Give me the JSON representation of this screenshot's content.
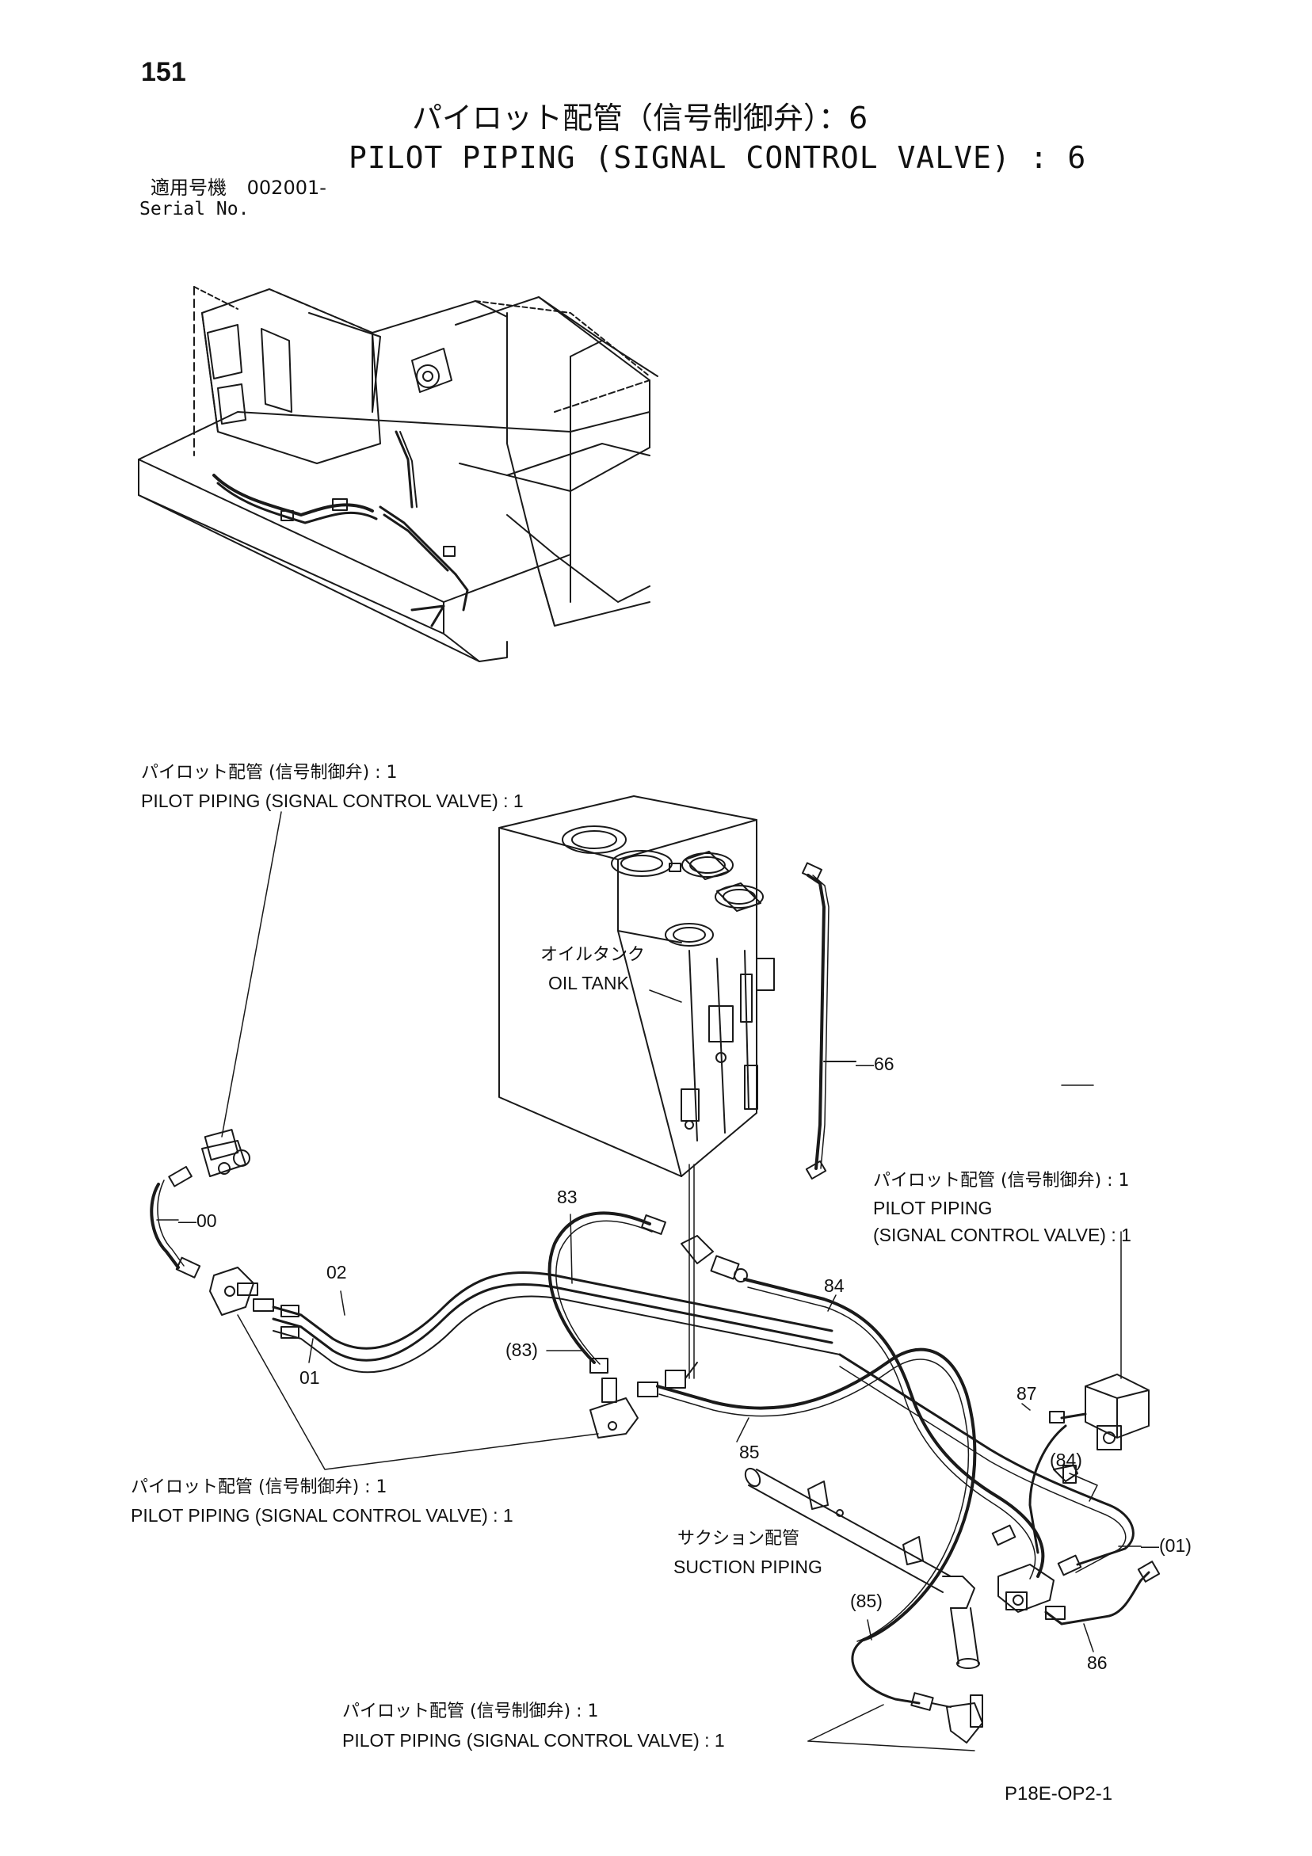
{
  "page": {
    "number": "151",
    "title_jp": "パイロット配管（信号制御弁）：6",
    "title_en": "PILOT PIPING (SIGNAL CONTROL VALVE) : 6",
    "serial_label_jp": "適用号機",
    "serial_value": "002001-",
    "serial_label_en": "Serial No.",
    "drawing_code": "P18E-OP2-1"
  },
  "callouts": {
    "top_left": {
      "jp": "パイロット配管 (信号制御弁) : 1",
      "en": "PILOT PIPING (SIGNAL CONTROL VALVE) : 1"
    },
    "right": {
      "jp": "パイロット配管 (信号制御弁) : 1",
      "en1": "PILOT PIPING",
      "en2": "(SIGNAL CONTROL VALVE) : 1"
    },
    "lower_left": {
      "jp": "パイロット配管 (信号制御弁) : 1",
      "en": "PILOT PIPING (SIGNAL CONTROL VALVE) : 1"
    },
    "bottom": {
      "jp": "パイロット配管 (信号制御弁) : 1",
      "en": "PILOT PIPING (SIGNAL CONTROL VALVE) : 1"
    },
    "oil_tank": {
      "jp": "オイルタンク",
      "en": "OIL TANK"
    },
    "suction": {
      "jp": "サクション配管",
      "en": "SUCTION PIPING"
    }
  },
  "part_numbers": {
    "p00": "00",
    "p01": "01",
    "p02": "02",
    "p83": "83",
    "p83b": "(83)",
    "p84": "84",
    "p84b": "(84)",
    "p85": "85",
    "p85b": "(85)",
    "p86": "86",
    "p87": "87",
    "p66": "66",
    "p01b": "(01)"
  }
}
